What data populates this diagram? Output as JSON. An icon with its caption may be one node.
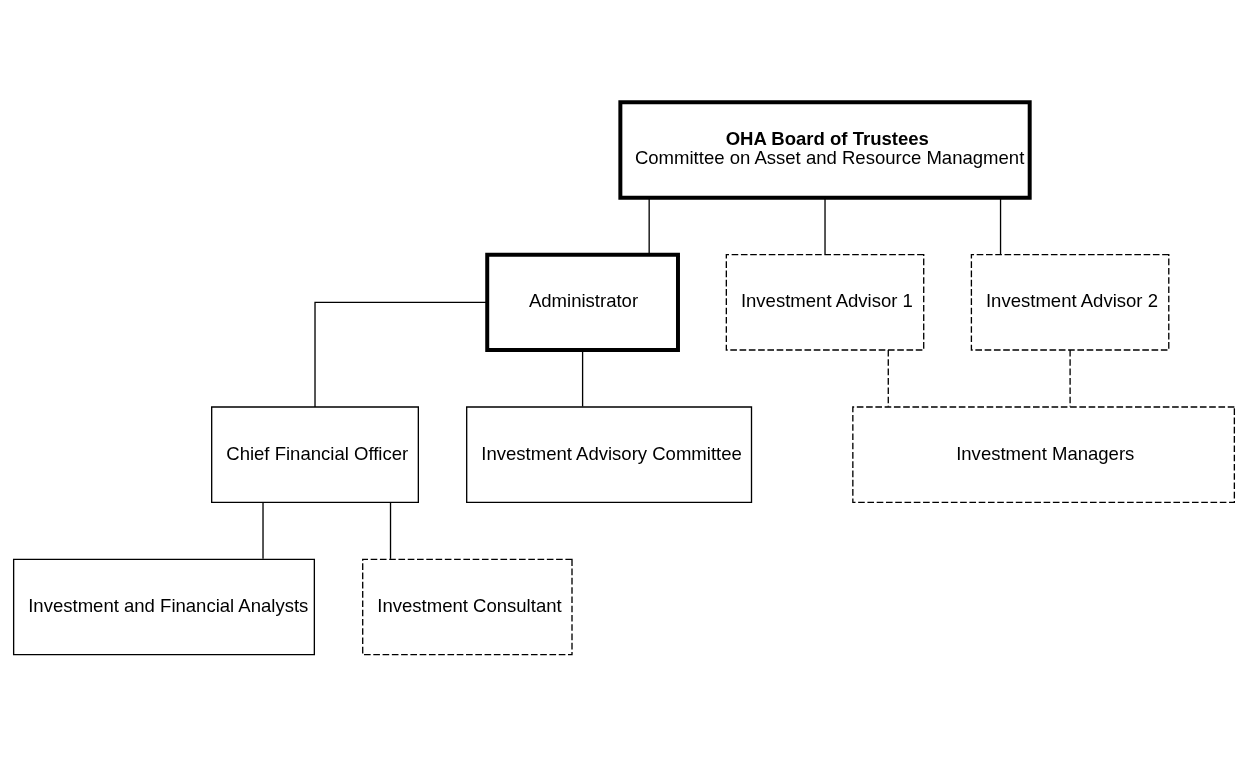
{
  "diagram": {
    "nodes": [
      {
        "text": [
          "OHA Board of Trustees",
          "Committee on Asset and Resource Managment"
        ]
      },
      {
        "text": [
          "Administrator"
        ]
      },
      {
        "text": [
          "Investment Advisor 1"
        ]
      },
      {
        "text": [
          "Investment Advisor 2"
        ]
      },
      {
        "text": [
          "Chief Financial Officer"
        ]
      },
      {
        "text": [
          "Investment Advisory Committee"
        ]
      },
      {
        "text": [
          "Investment Managers"
        ]
      },
      {
        "text": [
          "Investment and Financial Analysts"
        ]
      },
      {
        "text": [
          "Investment Consultant"
        ]
      }
    ],
    "edges": [
      {
        "from": 0,
        "to": 1,
        "arrow": "none"
      },
      {
        "from": 0,
        "to": 2,
        "arrow": "none"
      },
      {
        "from": 0,
        "to": 3,
        "arrow": "none"
      },
      {
        "from": 1,
        "to": 4,
        "arrow": "none"
      },
      {
        "from": 1,
        "to": 5,
        "arrow": "none"
      },
      {
        "from": 2,
        "to": 6,
        "arrow": "none",
        "style": "dashed"
      },
      {
        "from": 3,
        "to": 6,
        "arrow": "none",
        "style": "dashed"
      },
      {
        "from": 4,
        "to": 7,
        "arrow": "none"
      },
      {
        "from": 4,
        "to": 8,
        "arrow": "none"
      }
    ]
  }
}
